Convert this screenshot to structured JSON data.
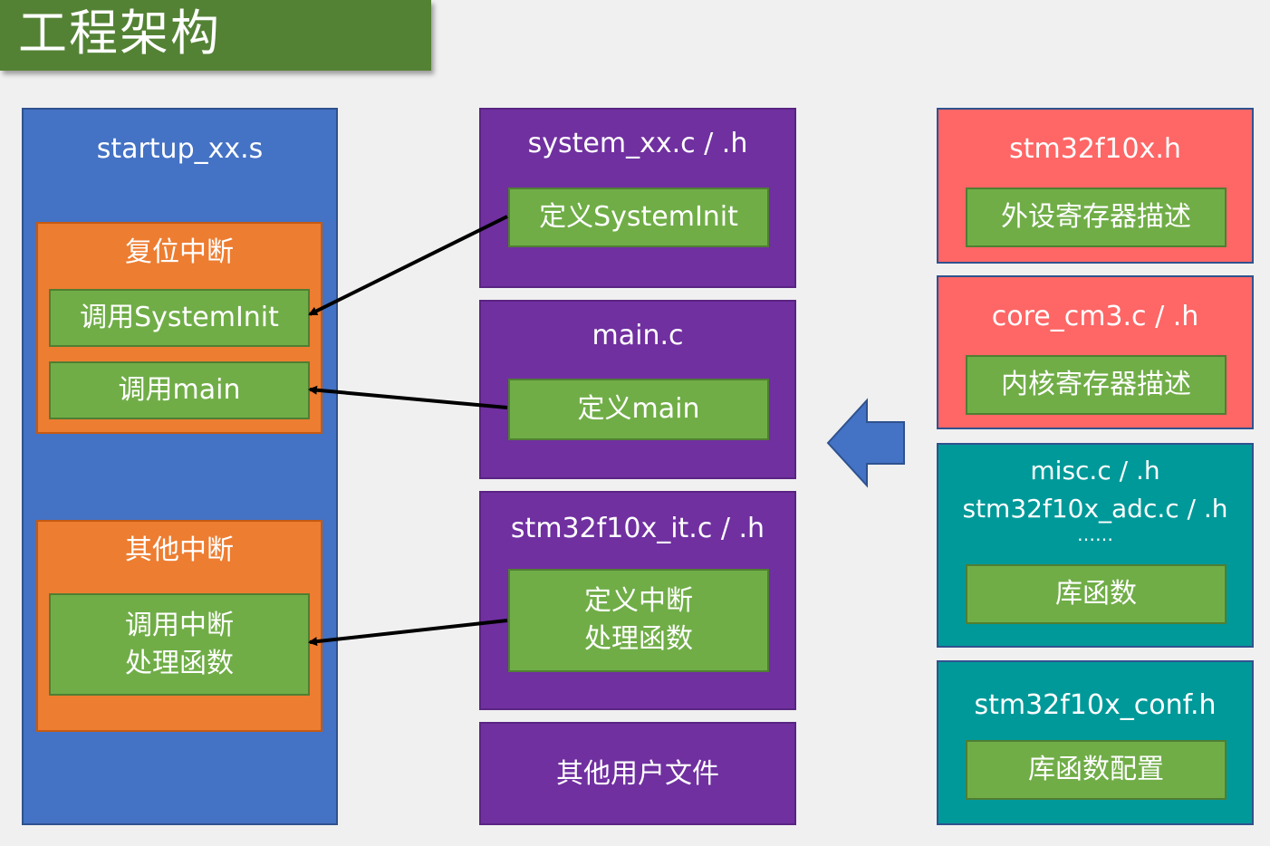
{
  "title": "工程架构",
  "startup": {
    "label": "startup_xx.s",
    "reset": {
      "label": "复位中断",
      "call_init": "调用SystemInit",
      "call_main": "调用main"
    },
    "other": {
      "label": "其他中断",
      "call_handler_1": "调用中断",
      "call_handler_2": "处理函数"
    }
  },
  "system": {
    "label": "system_xx.c / .h",
    "inner": "定义SystemInit"
  },
  "main": {
    "label": "main.c",
    "inner": "定义main"
  },
  "it": {
    "label": "stm32f10x_it.c / .h",
    "inner_1": "定义中断",
    "inner_2": "处理函数"
  },
  "user_files": {
    "label": "其他用户文件"
  },
  "stm32_h": {
    "label": "stm32f10x.h",
    "inner": "外设寄存器描述"
  },
  "core": {
    "label": "core_cm3.c / .h",
    "inner": "内核寄存器描述"
  },
  "lib": {
    "line1": "misc.c / .h",
    "line2": "stm32f10x_adc.c / .h",
    "line3": "……",
    "inner": "库函数"
  },
  "conf": {
    "label": "stm32f10x_conf.h",
    "inner": "库函数配置"
  },
  "colors": {
    "title_bg": "#548235",
    "startup_bg": "#4472c4",
    "interrupt_bg": "#ed7d31",
    "user_bg": "#7030a0",
    "core_bg": "#ff6666",
    "lib_bg": "#009999",
    "inner_bg": "#70ad47",
    "arrow_fill": "#4472c4"
  },
  "icons": {
    "connector": "arrow",
    "flow_indicator": "left-block-arrow"
  }
}
